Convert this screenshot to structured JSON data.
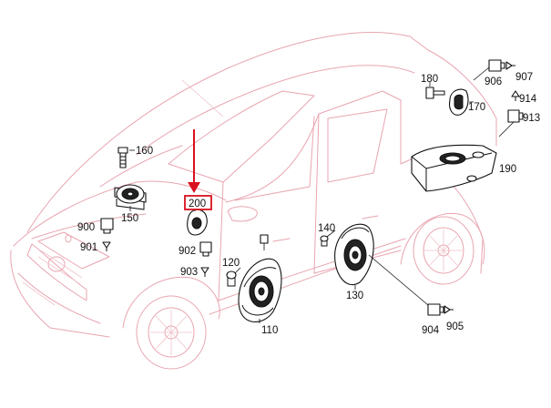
{
  "diagram": {
    "highlight_color": "#d9101e",
    "outline_color": "#e8a5b0",
    "highlighted_part": "200",
    "parts": {
      "p160": "160",
      "p150": "150",
      "p900": "900",
      "p901": "901",
      "p200": "200",
      "p902": "902",
      "p903": "903",
      "p120": "120",
      "p110": "110",
      "p140": "140",
      "p130": "130",
      "p180": "180",
      "p170": "170",
      "p906": "906",
      "p907": "907",
      "p914": "914",
      "p913": "913",
      "p190": "190",
      "p904": "904",
      "p905": "905"
    }
  }
}
